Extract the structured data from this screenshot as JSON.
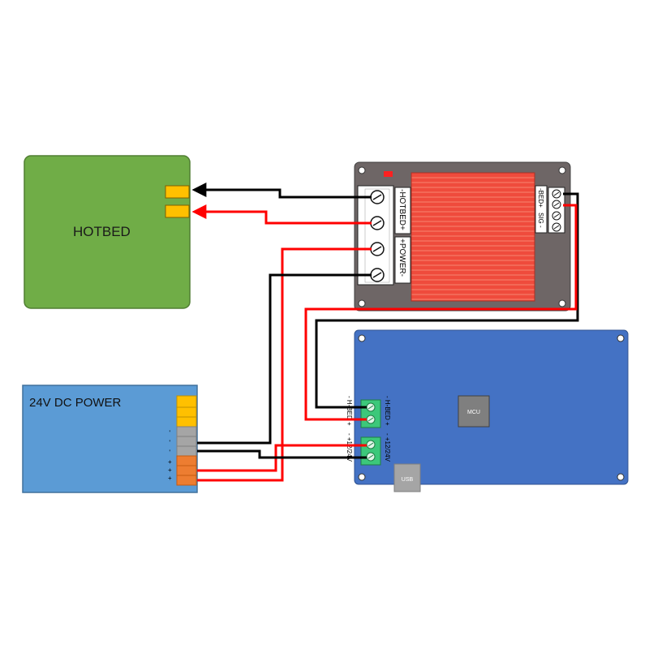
{
  "hotbed": {
    "label": "HOTBED",
    "color": "#70ad47"
  },
  "power_supply": {
    "label": "24V DC POWER",
    "minus_labels": [
      "-",
      "-",
      "-"
    ],
    "plus_labels": [
      "+",
      "+",
      "+"
    ],
    "color": "#5b9bd5"
  },
  "mosfet_module": {
    "output_label": "-HOTBED+",
    "input_label": "+POWER-",
    "signal_label_bed": "-BED+",
    "signal_label_sig": "SIG - ",
    "heatsink_color": "#ef4b3c",
    "board_color": "#6e6666"
  },
  "controller_board": {
    "mcu_label": "MCU",
    "usb_label": "USB",
    "hbed_label_a": "- H-BED +",
    "hbed_label_b": "- H-BED +",
    "power_label_a": "- +12/24V",
    "power_label_b": "- +12/24V",
    "color": "#4472c4"
  },
  "wires": {
    "negative_color": "#000000",
    "positive_color": "#ff0000"
  }
}
